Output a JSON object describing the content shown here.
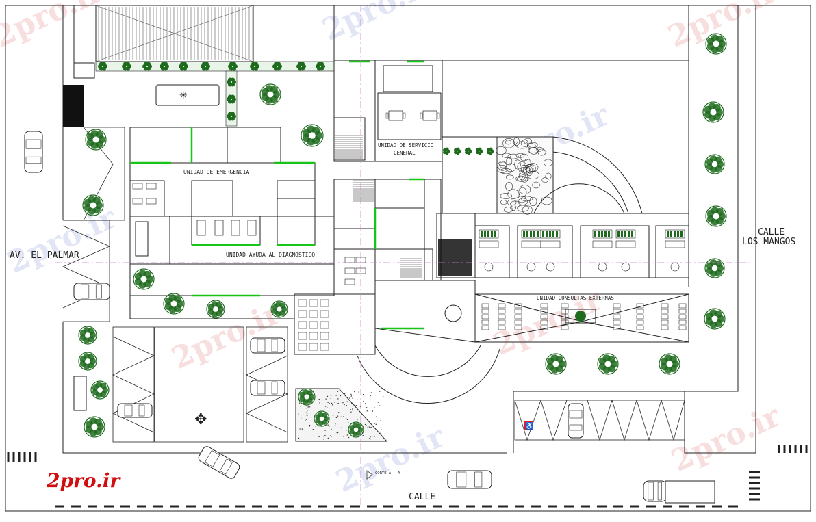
{
  "watermark": {
    "text": "2pro.ir"
  },
  "brand": {
    "text": "2pro.ir"
  },
  "streets": {
    "west": "AV. EL PALMAR",
    "east_line1": "CALLE",
    "east_line2": "LOS MANGOS",
    "south": "CALLE"
  },
  "units": {
    "emergencia": "UNIDAD DE EMERGENCIA",
    "diagnostico": "UNIDAD AYUDA AL DIAGNOSTICO",
    "servicio_line1": "UNIDAD DE SERVICIO",
    "servicio_line2": "GENERAL",
    "consultas": "UNIDAD CONSULTAS EXTERNAS"
  },
  "section_mark": "CORTE A - A",
  "colors": {
    "line": "#222222",
    "tree": "#1e6b1e",
    "green_wall": "#19c419",
    "section_line": "#d07ad0",
    "watermark": "#f3c6c6",
    "brand": "#d10f0f"
  }
}
